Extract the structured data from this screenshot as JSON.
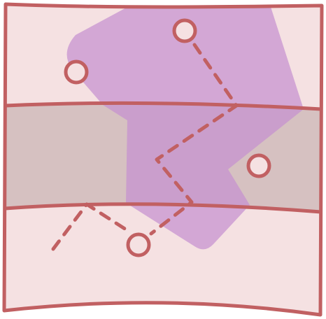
{
  "map": {
    "colors": {
      "paper": "#f5e1e2",
      "band": "#d6c1c1",
      "outline": "#c16062",
      "zone": "#c48ed0",
      "zone_alpha": 0.7,
      "marker_fill": "#f5e1e2"
    },
    "markers": [
      {
        "id": "marker-top"
      },
      {
        "id": "marker-left"
      },
      {
        "id": "marker-right"
      },
      {
        "id": "marker-bottom"
      }
    ],
    "route": {
      "style": "dashed"
    }
  }
}
